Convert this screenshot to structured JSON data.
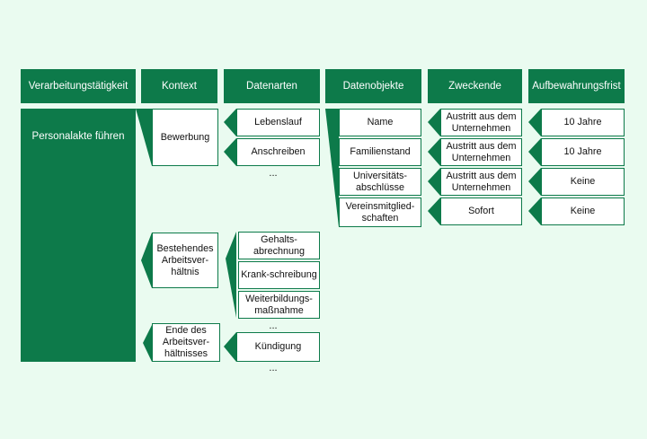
{
  "headers": [
    "Verarbeitungstätigkeit",
    "Kontext",
    "Datenarten",
    "Datenobjekte",
    "Zweckende",
    "Aufbewahrungsfrist"
  ],
  "activity": "Personalakte führen",
  "contexts": [
    "Bewerbung",
    "Bestehendes Arbeitsver-hältnis",
    "Ende des Arbeitsver-hältnisses"
  ],
  "datenarten": [
    "Lebenslauf",
    "Anschreiben",
    "Gehalts-abrechnung",
    "Krank-schreibung",
    "Weiterbildungs-maßnahme",
    "Kündigung"
  ],
  "datenobjekte": [
    "Name",
    "Familienstand",
    "Universitäts-abschlüsse",
    "Vereinsmitglied-schaften"
  ],
  "zweckende": [
    "Austritt aus dem Unternehmen",
    "Austritt aus dem Unternehmen",
    "Austritt aus dem Unternehmen",
    "Sofort"
  ],
  "fristen": [
    "10 Jahre",
    "10 Jahre",
    "Keine",
    "Keine"
  ],
  "ellipsis": "...",
  "colors": {
    "accent": "#0d7a4a",
    "background": "#eafbf0",
    "box": "#ffffff"
  }
}
